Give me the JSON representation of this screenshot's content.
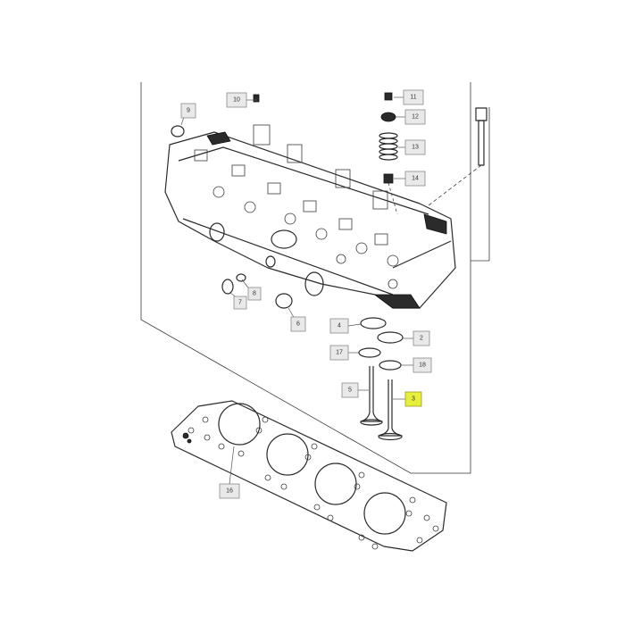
{
  "diagram": {
    "callouts": [
      {
        "id": "c10",
        "label": "10",
        "highlight": false
      },
      {
        "id": "c11",
        "label": "11",
        "highlight": false
      },
      {
        "id": "c12",
        "label": "12",
        "highlight": false
      },
      {
        "id": "c13",
        "label": "13",
        "highlight": false
      },
      {
        "id": "c14",
        "label": "14",
        "highlight": false
      },
      {
        "id": "c9",
        "label": "9",
        "highlight": false
      },
      {
        "id": "c8",
        "label": "8",
        "highlight": false
      },
      {
        "id": "c7",
        "label": "7",
        "highlight": false
      },
      {
        "id": "c6",
        "label": "6",
        "highlight": false
      },
      {
        "id": "c4",
        "label": "4",
        "highlight": false
      },
      {
        "id": "c2",
        "label": "2",
        "highlight": false
      },
      {
        "id": "c17",
        "label": "17",
        "highlight": false
      },
      {
        "id": "c18",
        "label": "18",
        "highlight": false
      },
      {
        "id": "c5",
        "label": "5",
        "highlight": false
      },
      {
        "id": "c3",
        "label": "3",
        "highlight": true
      },
      {
        "id": "c16",
        "label": "16",
        "highlight": false
      }
    ],
    "colors": {
      "callout_fill": "#e9e9e9",
      "highlight_fill": "#e6ef3a",
      "line": "#2a2a2a"
    }
  }
}
